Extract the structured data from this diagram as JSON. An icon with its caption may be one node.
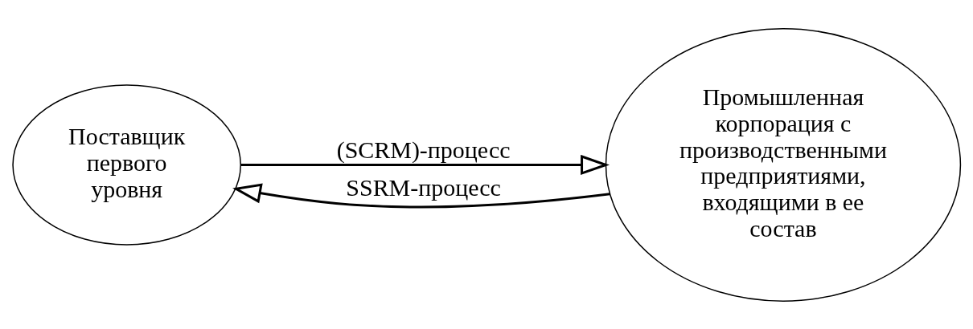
{
  "diagram": {
    "nodes": [
      {
        "text": [
          "Поставщик первого уровня"
        ]
      },
      {
        "text": [
          "Промышленная корпорация с производственными предприятиями, входящими в ее состав"
        ]
      }
    ],
    "edges": [
      {
        "from": 0,
        "to": 1,
        "arrow": "to",
        "label": "(SCRM)-процесс"
      },
      {
        "from": 1,
        "to": 0,
        "arrow": "to",
        "label": "SSRM-процесс"
      }
    ]
  }
}
